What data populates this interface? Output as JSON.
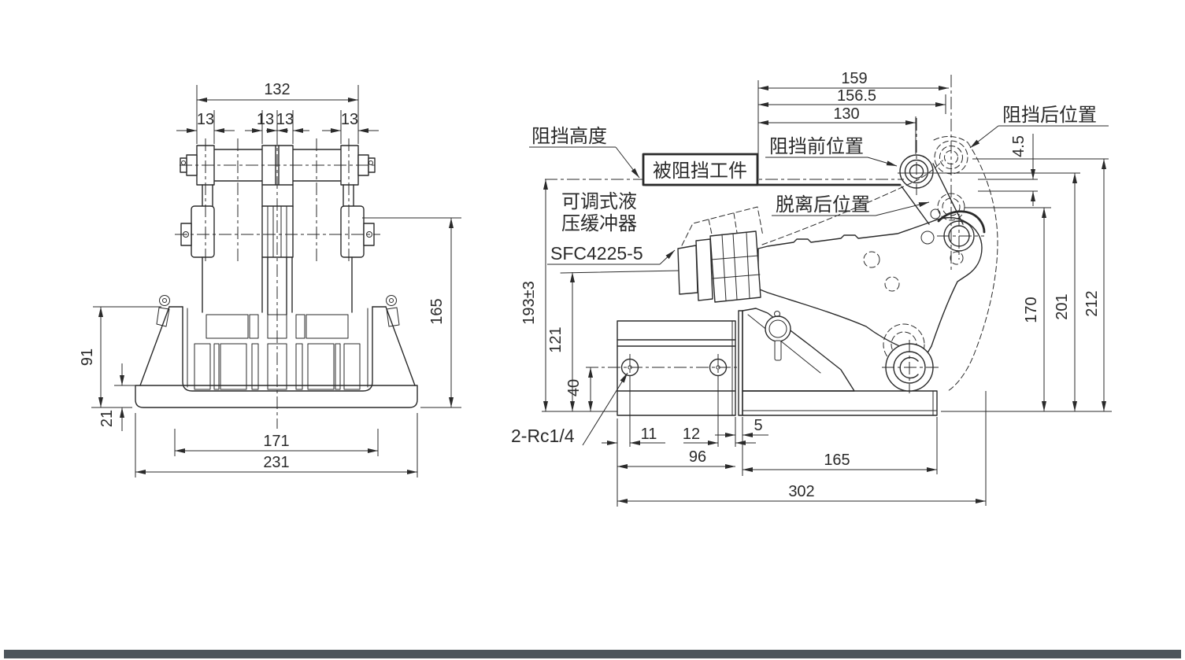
{
  "meta": {
    "type": "mechanical engineering dimension drawing",
    "line_color": "#2a2a2a",
    "background_color": "#ffffff",
    "footer_bar_color": "#4d555c"
  },
  "front_view": {
    "dim_overall_width": "132",
    "dim_roller_left": "13",
    "dim_roller_mid_left": "13",
    "dim_roller_mid_right": "13",
    "dim_roller_right": "13",
    "dim_height_91": "91",
    "dim_base_height_21": "21",
    "dim_height_165": "165",
    "dim_width_171": "171",
    "dim_width_231": "231"
  },
  "side_view": {
    "dim_159": "159",
    "dim_156_5": "156.5",
    "dim_130": "130",
    "dim_4_5": "4.5",
    "dim_170": "170",
    "dim_201": "201",
    "dim_212": "212",
    "dim_193": "193±3",
    "dim_121": "121",
    "dim_40": "40",
    "dim_11": "11",
    "dim_12": "12",
    "dim_5": "5",
    "dim_96": "96",
    "dim_165": "165",
    "dim_302": "302",
    "label_stop_height": "阻挡高度",
    "label_blocked_workpiece": "被阻挡工件",
    "label_buffer_line1": "可调式液",
    "label_buffer_line2": "压缓冲器",
    "label_buffer_model": "SFC4225-5",
    "label_port": "2-Rc1/4",
    "label_pos_after_block": "阻挡后位置",
    "label_pos_before_block": "阻挡前位置",
    "label_pos_after_release": "脱离后位置"
  }
}
